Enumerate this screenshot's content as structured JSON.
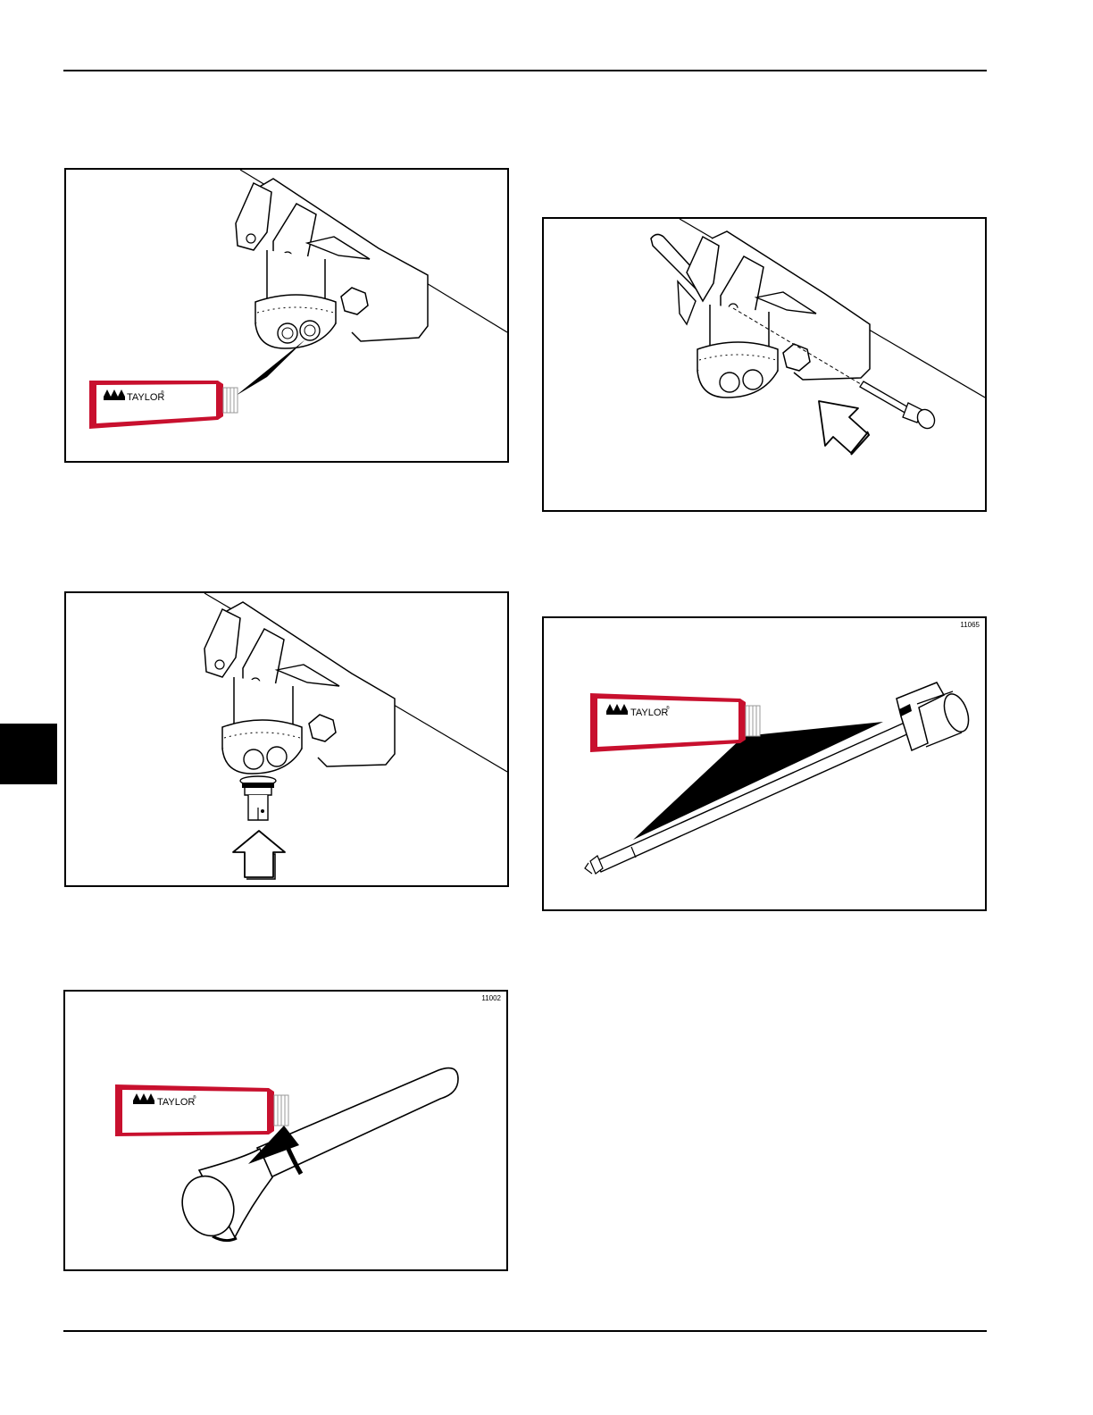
{
  "page": {
    "accent_color": "#000000",
    "tube_color": "#c8102e"
  },
  "figures": [
    {
      "id": "fig1",
      "number": "",
      "brand": "TAYLOR",
      "brand_mark": "®"
    },
    {
      "id": "fig2",
      "number": ""
    },
    {
      "id": "fig3",
      "number": "11002",
      "brand": "TAYLOR",
      "brand_mark": "®"
    },
    {
      "id": "fig4",
      "number": ""
    },
    {
      "id": "fig5",
      "number": "11065",
      "brand": "TAYLOR",
      "brand_mark": "®"
    }
  ],
  "icons": [
    "lubricant-tube-icon",
    "up-arrow-icon",
    "diagonal-arrow-icon"
  ]
}
